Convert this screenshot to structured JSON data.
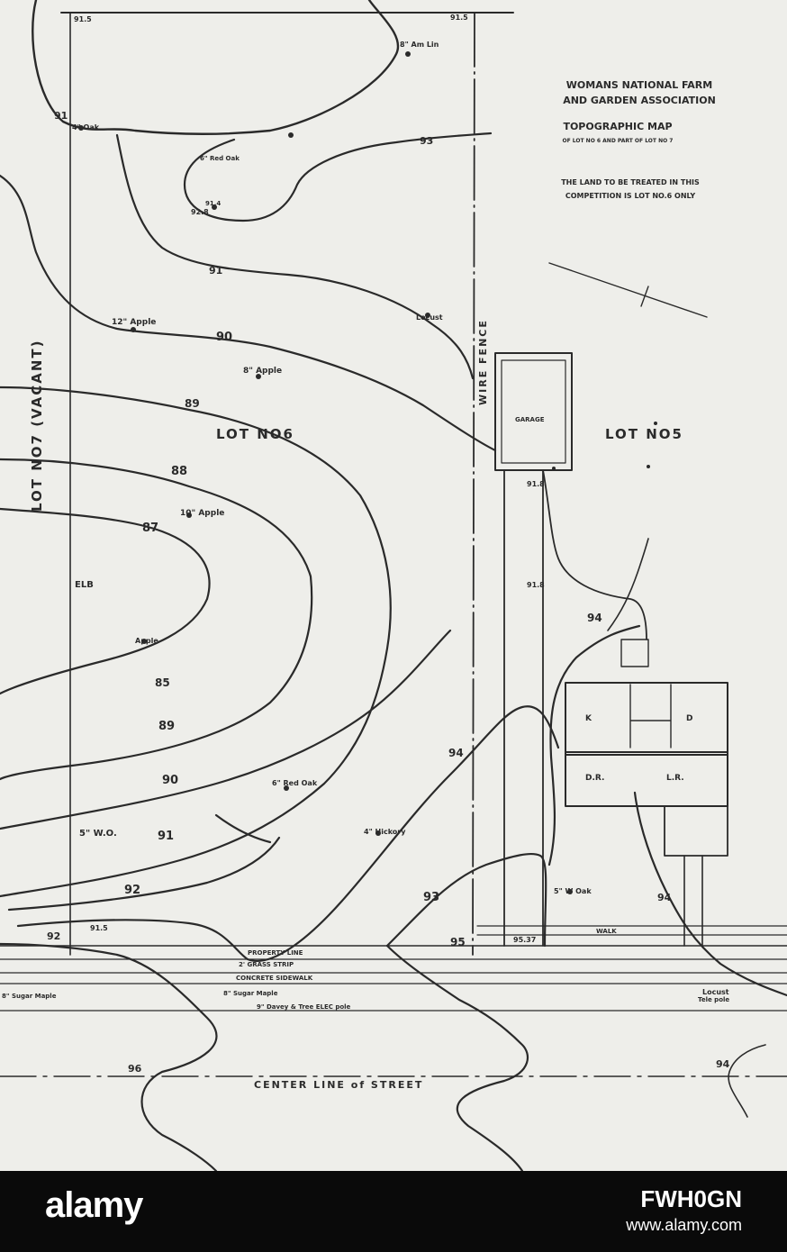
{
  "title": {
    "line1": "WOMANS NATIONAL FARM",
    "line2": "AND GARDEN ASSOCIATION",
    "line3": "TOPOGRAPHIC MAP",
    "line4": "OF LOT NO 6 AND PART OF LOT NO 7",
    "note1": "THE LAND TO BE TREATED IN THIS",
    "note2": "COMPETITION IS LOT NO.6 ONLY"
  },
  "lots": {
    "lot6": "LOT NO6",
    "lot5": "LOT NO5",
    "lot7": "LOT NO7 (VACANT)",
    "wire_fence": "WIRE FENCE"
  },
  "contours": {
    "c88": "88",
    "c87": "87",
    "c85": "85",
    "c89": "89",
    "c90a": "90",
    "c90b": "90",
    "c91a": "91",
    "c91b": "91",
    "c91c": "91",
    "c92a": "92",
    "c92b": "92",
    "c93a": "93",
    "c93b": "93",
    "c94a": "94",
    "c94b": "94",
    "c94c": "94",
    "c94d": "94",
    "c95": "95",
    "c96": "96"
  },
  "trees": {
    "t_apple_a": "10\" Apple",
    "t_apple_b": "12\" Apple",
    "t_apple_c": "8\" Apple",
    "t_apple_d": "Apple",
    "t_oak": "6\" Red Oak",
    "t_hickory": "4\" Hickory",
    "t_wo": "5\" W.O.",
    "t_red_oak": "6\" Red Oak",
    "t_oak2": "4\" Oak",
    "t_mlm": "8\" Am Lin",
    "t_locust": "Locust",
    "t_locust2": "Locust",
    "t_white_oak": "5\" W Oak"
  },
  "spot_heights": {
    "h1": "91.5",
    "h2": "91.5",
    "h3": "91.8",
    "h4": "91.8",
    "h5": "ELB",
    "h6": "91.5",
    "h7": "92.8",
    "h8": "91.4",
    "h9": "95.37"
  },
  "house": {
    "garage": "GARAGE",
    "k": "K",
    "d": "D",
    "dr": "D.R.",
    "lr": "L.R.",
    "walk": "WALK"
  },
  "street": {
    "property_line": "PROPERTY LINE",
    "grass_strip": "2' GRASS STRIP",
    "sidewalk": "CONCRETE SIDEWALK",
    "sugar_maple": "8\" Sugar Maple",
    "pole": "9\" Davey & Tree ELEC pole",
    "sugar_maple_left": "8\" Sugar Maple",
    "telegraph": "Tele pole",
    "center_line": "CENTER LINE of STREET"
  },
  "footer": {
    "brand": "alamy",
    "image_id": "FWH0GN",
    "url": "www.alamy.com"
  }
}
